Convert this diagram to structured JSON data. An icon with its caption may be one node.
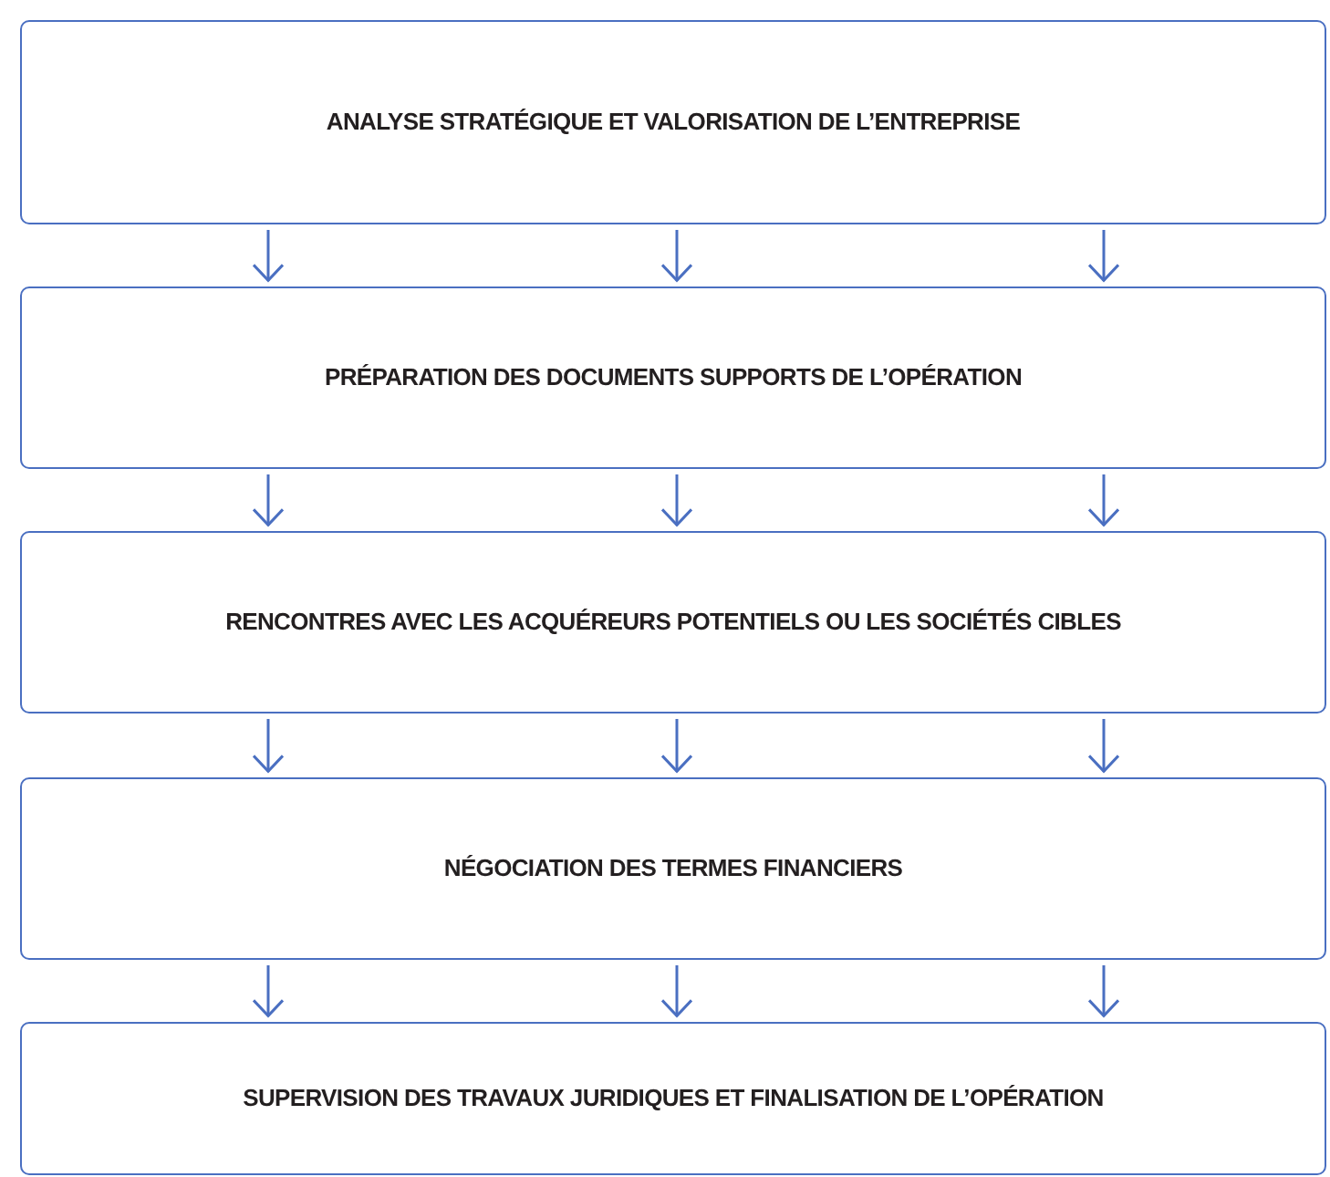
{
  "diagram": {
    "nodes": [
      {
        "text": [
          "ANALYSE STRATÉGIQUE ET VALORISATION DE L’ENTREPRISE"
        ]
      },
      {
        "text": [
          "PRÉPARATION DES DOCUMENTS SUPPORTS DE L’OPÉRATION"
        ]
      },
      {
        "text": [
          "RENCONTRES AVEC LES ACQUÉREURS POTENTIELS OU LES SOCIÉTÉS CIBLES"
        ]
      },
      {
        "text": [
          "NÉGOCIATION DES TERMES FINANCIERS"
        ]
      },
      {
        "text": [
          "SUPERVISION DES TRAVAUX JURIDIQUES ET FINALISATION DE L’OPÉRATION"
        ]
      }
    ],
    "edges": [
      {
        "from": 0,
        "to": 1,
        "arrow": "to"
      },
      {
        "from": 0,
        "to": 1,
        "arrow": "to"
      },
      {
        "from": 0,
        "to": 1,
        "arrow": "to"
      },
      {
        "from": 1,
        "to": 2,
        "arrow": "to"
      },
      {
        "from": 1,
        "to": 2,
        "arrow": "to"
      },
      {
        "from": 1,
        "to": 2,
        "arrow": "to"
      },
      {
        "from": 2,
        "to": 3,
        "arrow": "to"
      },
      {
        "from": 2,
        "to": 3,
        "arrow": "to"
      },
      {
        "from": 2,
        "to": 3,
        "arrow": "to"
      },
      {
        "from": 3,
        "to": 4,
        "arrow": "to"
      },
      {
        "from": 3,
        "to": 4,
        "arrow": "to"
      },
      {
        "from": 3,
        "to": 4,
        "arrow": "to"
      }
    ]
  }
}
